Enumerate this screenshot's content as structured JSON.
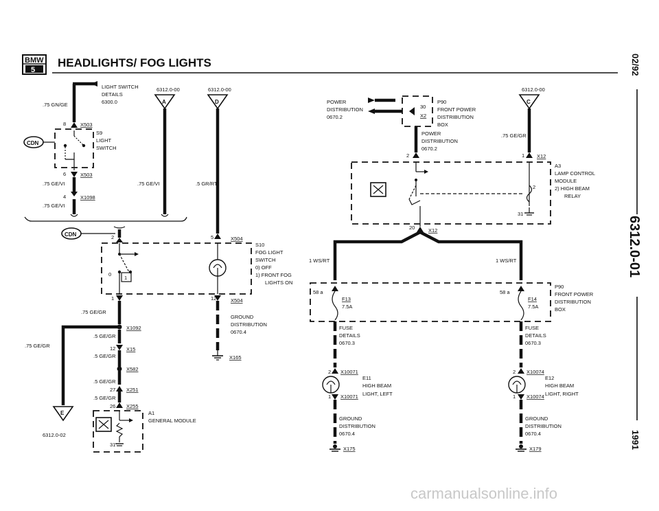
{
  "header": {
    "logo_top": "BMW",
    "logo_bottom": "5",
    "title": "HEADLIGHTS/ FOG LIGHTS"
  },
  "side": {
    "date": "02/92",
    "code": "6312.0-01",
    "year": "1991"
  },
  "watermark": "carmanualsonline.info",
  "left": {
    "light_switch": [
      "LIGHT SWITCH",
      "DETAILS",
      "6300.0"
    ],
    "wire_top": ".75 GN/GE",
    "x503a": "X503",
    "pin8": "8",
    "s9": [
      "S9",
      "LIGHT",
      "SWITCH"
    ],
    "cdn": "CDN",
    "pin6": "6",
    "x503b": "X503",
    "wire_gevi1": ".75 GE/VI",
    "pin4": "4",
    "x1098": "X1098",
    "wire_gevi2": ".75 GE/VI",
    "conn_a": "6312.0-00",
    "letter_a": "A",
    "wire_a": ".75 GE/VI",
    "conn_d": "6312.0-00",
    "letter_d": "D",
    "wire_d": ".5 GR/RT",
    "cdn2": "CDN",
    "pin2": "2",
    "pin5": "5",
    "x504a": "X504",
    "s10": [
      "S10",
      "FOG LIGHT",
      "SWITCH",
      "0)  OFF",
      "1)  FRONT FOG",
      "LIGHTS ON"
    ],
    "s10_pos0": "0",
    "s10_pos1": "1",
    "pin1": "1",
    "pin12": "12",
    "x504b": "X504",
    "wire_gegr": ".75 GE/GR",
    "ground_dist": [
      "GROUND",
      "DISTRIBUTION",
      "0670.4"
    ],
    "x1092": "X1092",
    "wire_5gegr1": ".5 GE/GR",
    "wire_75gegr": ".75 GE/GR",
    "pin12b": "12",
    "x15": "X15",
    "wire_5gegr2": ".5 GE/GR",
    "x165": "X165",
    "x582": "X582",
    "wire_5gegr3": ".5 GE/GR",
    "pin27": "27",
    "x251": "X251",
    "wire_5gegr4": ".5 GE/GR",
    "pin26": "26",
    "x255": "X255",
    "letter_e": "E",
    "conn_e": "6312.0-02",
    "a1": [
      "A1",
      "GENERAL MODULE"
    ],
    "pin31a": "31"
  },
  "right": {
    "power_dist": [
      "POWER",
      "DISTRIBUTION",
      "0670.2"
    ],
    "p90_top": [
      "P90",
      "FRONT POWER",
      "DISTRIBUTION",
      "BOX"
    ],
    "pin30": "30",
    "x2": "X2",
    "power_dist2": [
      "POWER",
      "DISTRIBUTION",
      "0670.2"
    ],
    "conn_c": "6312.0-00",
    "letter_c": "C",
    "wire_c": ".75 GE/GR",
    "pin2": "2",
    "pin1": "1",
    "x12a": "X12",
    "a3": [
      "A3",
      "LAMP CONTROL",
      "MODULE",
      "2)  HIGH BEAM",
      "RELAY"
    ],
    "relay_pin2": "2",
    "pin31": "31",
    "pin20": "20",
    "x12b": "X12",
    "wire_left": "1 WS/RT",
    "wire_right": "1 WS/RT",
    "pin58a_l": "58 a",
    "pin58a_r": "58 a",
    "f13": [
      "F13",
      "7.5A"
    ],
    "f14": [
      "F14",
      "7.5A"
    ],
    "p90_mid": [
      "P90",
      "FRONT POWER",
      "DISTRIBUTION",
      "BOX"
    ],
    "fuse_l": [
      "FUSE",
      "DETAILS",
      "0670.3"
    ],
    "fuse_r": [
      "FUSE",
      "DETAILS",
      "0670.3"
    ],
    "e11_pin2": "2",
    "x10071a": "X10071",
    "e11": [
      "E11",
      "HIGH BEAM",
      "LIGHT, LEFT"
    ],
    "e11_pin1": "1",
    "x10071b": "X10071",
    "e12_pin2": "2",
    "x10074a": "X10074",
    "e12": [
      "E12",
      "HIGH BEAM",
      "LIGHT, RIGHT"
    ],
    "e12_pin1": "1",
    "x10074b": "X10074",
    "gnd_l": [
      "GROUND",
      "DISTRIBUTION",
      "0670.4"
    ],
    "gnd_r": [
      "GROUND",
      "DISTRIBUTION",
      "0670.4"
    ],
    "x175": "X175",
    "x179": "X179"
  }
}
